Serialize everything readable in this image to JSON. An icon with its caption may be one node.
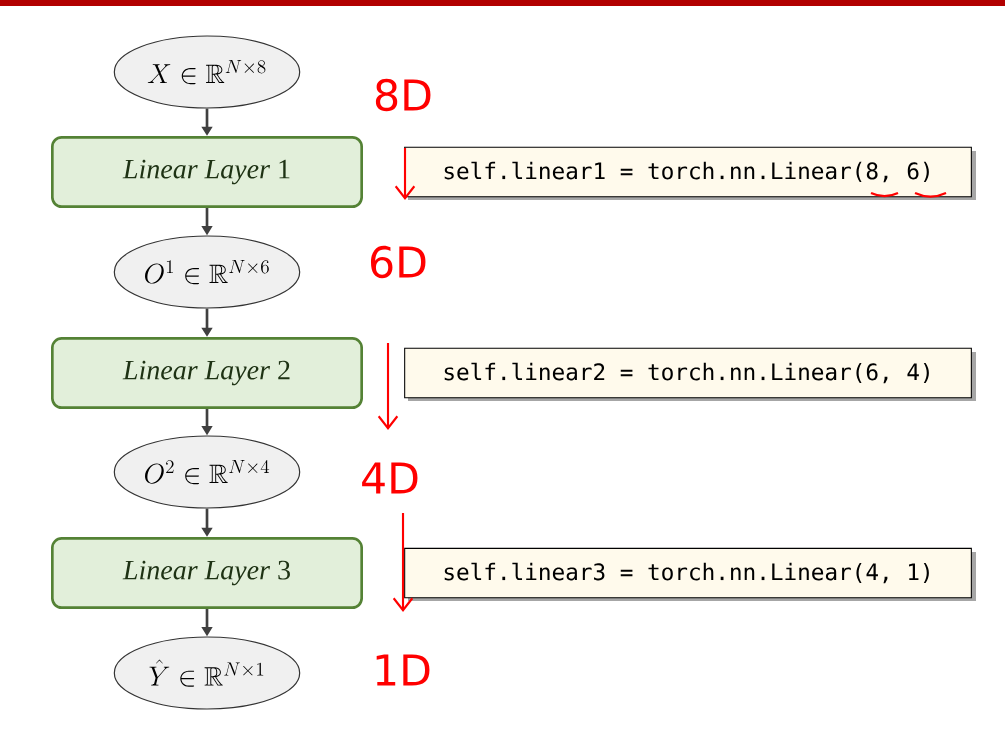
{
  "diagram": {
    "nodes": [
      {
        "text": [
          "X \\in \\mathbb{R}^{N\\times 8}"
        ]
      },
      {
        "text": [
          "*Linear Layer* 1"
        ]
      },
      {
        "text": [
          "O^{1} \\in \\mathbb{R}^{N\\times 6}"
        ]
      },
      {
        "text": [
          "*Linear Layer* 2"
        ]
      },
      {
        "text": [
          "O^{2} \\in \\mathbb{R}^{N\\times 4}"
        ]
      },
      {
        "text": [
          "*Linear Layer* 3"
        ]
      },
      {
        "text": [
          "\\hat{Y} \\in \\mathbb{R}^{N\\times 1}"
        ]
      },
      {
        "text": [
          "self.linear1 = torch.nn.Linear(8, 6)"
        ]
      },
      {
        "text": [
          "self.linear2 = torch.nn.Linear(6, 4)"
        ]
      },
      {
        "text": [
          "self.linear3 = torch.nn.Linear(4, 1)"
        ]
      }
    ],
    "edges": [
      {
        "from": 0,
        "to": 1,
        "arrow": "to"
      },
      {
        "from": 1,
        "to": 2,
        "arrow": "to"
      },
      {
        "from": 2,
        "to": 3,
        "arrow": "to"
      },
      {
        "from": 3,
        "to": 4,
        "arrow": "to"
      },
      {
        "from": 4,
        "to": 5,
        "arrow": "to"
      },
      {
        "from": 5,
        "to": 6,
        "arrow": "to"
      }
    ],
    "labels": [
      "8D",
      "6D",
      "4D",
      "1D"
    ]
  }
}
